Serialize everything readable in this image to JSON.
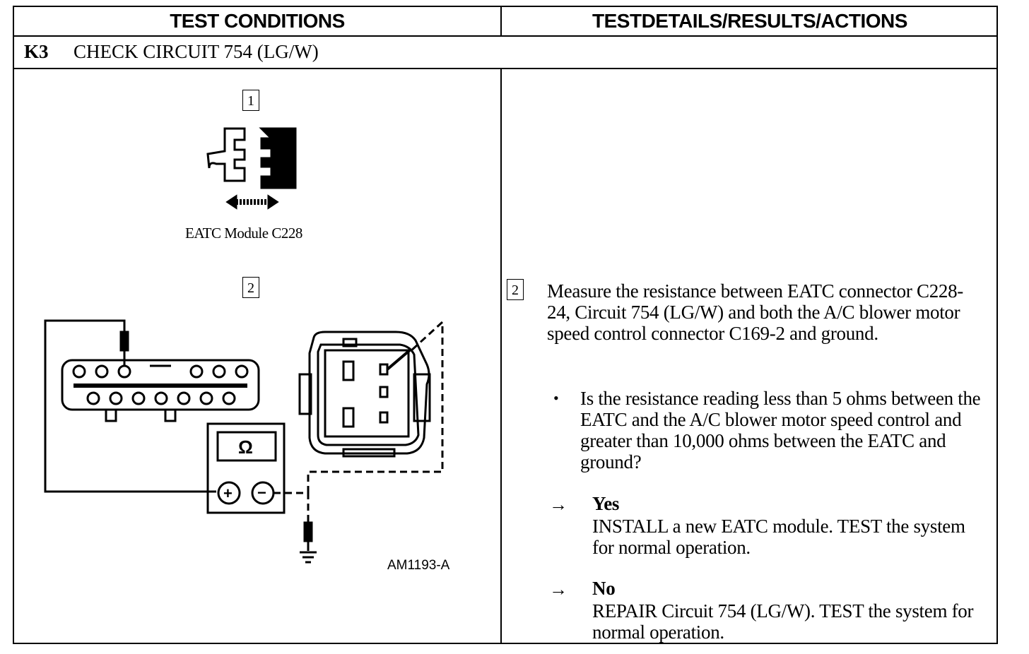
{
  "header": {
    "left": "TEST CONDITIONS",
    "right": "TESTDETAILS/RESULTS/ACTIONS"
  },
  "step": {
    "id": "K3",
    "title": "CHECK CIRCUIT 754 (LG/W)"
  },
  "figure": {
    "step1_num": "1",
    "connector_label": "EATC Module C228",
    "step2_num": "2",
    "meter_symbol": "Ω",
    "meter_plus": "+",
    "meter_minus": "−",
    "figure_id": "AM1193-A"
  },
  "details": {
    "step_num": "2",
    "instruction": "Measure the resistance between EATC connector C228-24, Circuit 754 (LG/W) and both the A/C blower motor speed control connector C169-2 and ground.",
    "bullet": "•",
    "question": "Is the resistance reading less than 5 ohms between the EATC and the A/C blower motor speed control and greater than 10,000 ohms between the EATC and ground?",
    "arrow": "→",
    "yes_label": "Yes",
    "yes_action": "INSTALL a new EATC module. TEST the system for normal operation.",
    "no_label": "No",
    "no_action": "REPAIR Circuit 754 (LG/W). TEST the system for normal operation."
  }
}
